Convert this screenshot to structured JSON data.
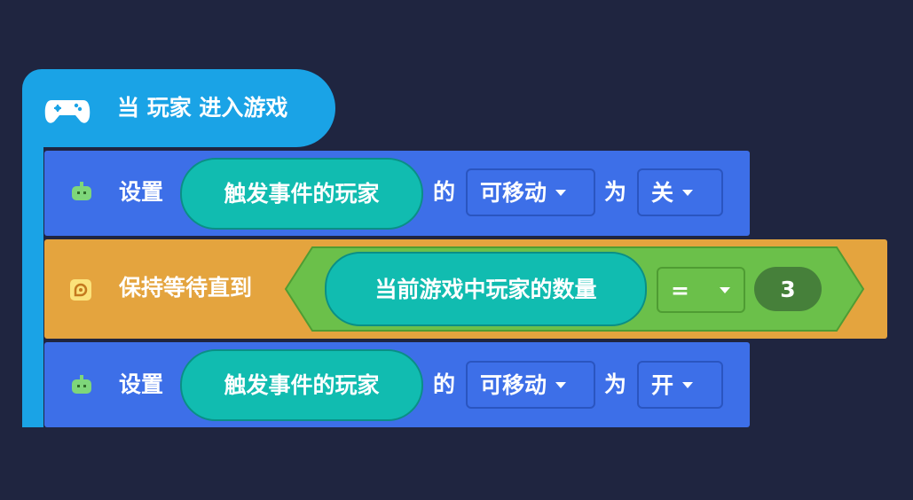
{
  "colors": {
    "background": "#1f2540",
    "event_block": "#1aa3e6",
    "action_block": "#3d6fe8",
    "control_block": "#e4a43e",
    "reporter": "#11bcb0",
    "condition": "#6bc04a",
    "number_oval": "#46803a"
  },
  "event": {
    "icon": "gamepad-icon",
    "label": "当 玩家 进入游戏"
  },
  "block1": {
    "icon": "robot-icon",
    "set_label": "设置",
    "target": "触发事件的玩家",
    "of_label": "的",
    "property": "可移动",
    "to_label": "为",
    "value": "关"
  },
  "block2": {
    "icon": "wait-icon",
    "label": "保持等待直到",
    "reporter": "当前游戏中玩家的数量",
    "operator": "=",
    "number": "3"
  },
  "block3": {
    "icon": "robot-icon",
    "set_label": "设置",
    "target": "触发事件的玩家",
    "of_label": "的",
    "property": "可移动",
    "to_label": "为",
    "value": "开"
  }
}
